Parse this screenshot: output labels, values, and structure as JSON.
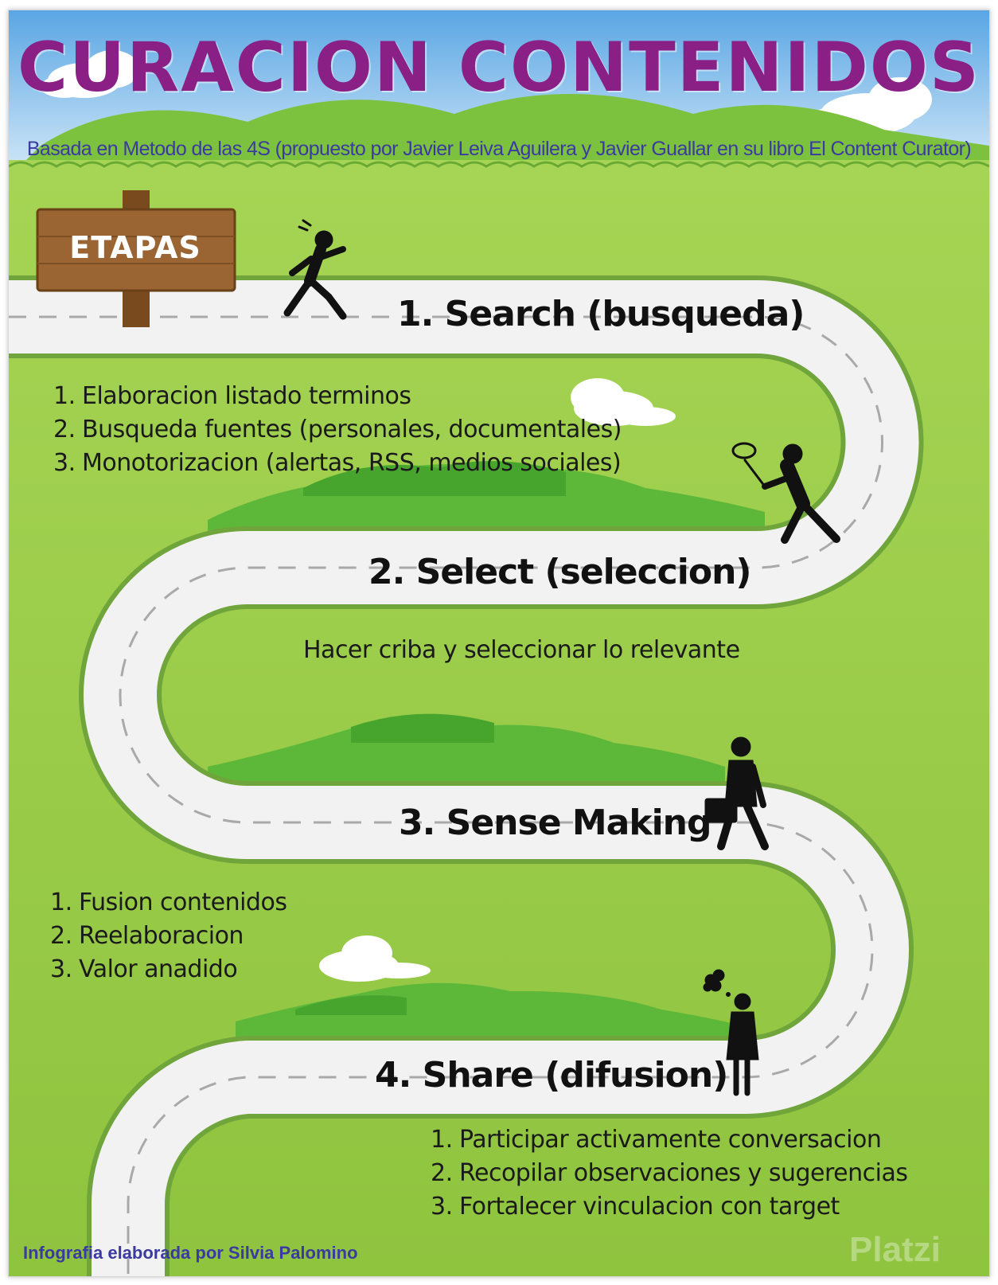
{
  "title": "CURACION CONTENIDOS",
  "subtitle": "Basada en Metodo de las 4S (propuesto por Javier Leiva Aguilera y Javier Guallar en su libro El Content Curator)",
  "signpost": {
    "label": "ETAPAS"
  },
  "stages": [
    {
      "heading": "1. Search (busqueda)",
      "items": [
        {
          "n": "1.",
          "text": "Elaboracion listado terminos"
        },
        {
          "n": "2.",
          "text": "Busqueda fuentes (personales, documentales)"
        },
        {
          "n": "3.",
          "text": "Monotorizacion (alertas, RSS, medios sociales)"
        }
      ]
    },
    {
      "heading": "2. Select (seleccion)",
      "description": "Hacer criba y seleccionar lo relevante"
    },
    {
      "heading": "3. Sense Making",
      "items": [
        {
          "n": "1.",
          "text": "Fusion contenidos"
        },
        {
          "n": "2.",
          "text": "Reelaboracion"
        },
        {
          "n": "3.",
          "text": "Valor anadido"
        }
      ]
    },
    {
      "heading": "4. Share (difusion)",
      "items": [
        {
          "n": "1.",
          "text": "Participar activamente conversacion"
        },
        {
          "n": "2.",
          "text": "Recopilar observaciones y sugerencias"
        },
        {
          "n": "3.",
          "text": "Fortalecer vinculacion con target"
        }
      ]
    }
  ],
  "credit": "Infografia elaborada por Silvia Palomino",
  "watermark": "Platzi",
  "icons": [
    "running-person-icon",
    "person-with-net-icon",
    "person-with-briefcase-icon",
    "woman-with-thought-bubble-icon",
    "signpost-icon",
    "cloud-icon",
    "hill-icon",
    "road-icon"
  ],
  "colors": {
    "title": "#8a1f86",
    "subtitle": "#3b3aa0",
    "grass": "#9acd4a",
    "hill": "#5db83a",
    "road": "#f2f2f2",
    "sky": "#6fb3e8",
    "sign": "#8b5a2b"
  }
}
